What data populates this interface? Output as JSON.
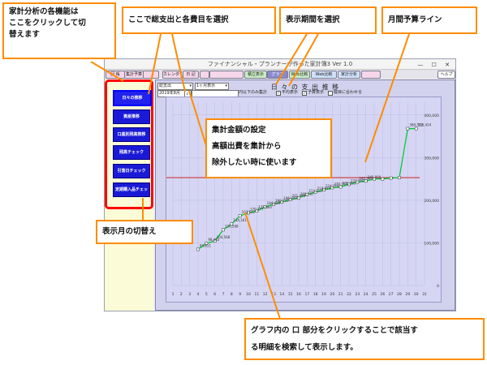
{
  "window": {
    "title": "ファイナンシャル・プランナーが作った家計簿3 Ver 1.0",
    "controls": "— ☐ ✕"
  },
  "menu": {
    "items": [
      {
        "label": "記 帳",
        "style": "pink"
      },
      {
        "label": "集計予算",
        "style": "pink"
      },
      {
        "label": "",
        "style": "pink"
      },
      {
        "label": "カレンダー",
        "style": "pink"
      },
      {
        "label": "日 記",
        "style": "pink"
      },
      {
        "label": "",
        "style": "pink"
      },
      {
        "label": "",
        "style": "pink"
      },
      {
        "label": "積立表示",
        "style": "green"
      },
      {
        "label": "グラフ",
        "style": "active"
      },
      {
        "label": "Web比較",
        "style": "green"
      },
      {
        "label": "Web比較",
        "style": "blue"
      },
      {
        "label": "家計分析",
        "style": "blue"
      },
      {
        "label": "",
        "style": "pink"
      },
      {
        "label": "ヘルプ",
        "style": "help"
      }
    ]
  },
  "sidebar": {
    "items": [
      {
        "label": "日々の推移"
      },
      {
        "label": "資産推移"
      },
      {
        "label": "口座別残高推移"
      },
      {
        "label": "残高チェック"
      },
      {
        "label": "引落日チェック"
      },
      {
        "label": "定期購入品チェック"
      }
    ]
  },
  "controls": {
    "category_select": "総支出",
    "period_select": "1ヶ月表示",
    "month_value": "2019年8月",
    "exclude_input": "",
    "exclude_label": "円以下のみ集計",
    "check1_label": "平均表示",
    "check2_label": "予算表示",
    "check3_label": "縦目に合わせる"
  },
  "chart_data": {
    "type": "line",
    "title": "日 々 の 支 出 推 移",
    "x": [
      1,
      2,
      3,
      4,
      5,
      6,
      7,
      8,
      9,
      10,
      11,
      12,
      13,
      14,
      15,
      16,
      17,
      18,
      19,
      20,
      21,
      22,
      23,
      24,
      25,
      26,
      27,
      28,
      29,
      30,
      31
    ],
    "y_labels": [
      "400,000",
      "300,000",
      "200,000",
      "100,000",
      "0"
    ],
    "y_ticks": [
      400000,
      300000,
      200000,
      100000,
      0
    ],
    "ylim": [
      0,
      430000
    ],
    "budget_line": 253000,
    "series": [
      {
        "values": [
          null,
          null,
          null,
          84811,
          98463,
          104568,
          130568,
          144161,
          163542,
          170377,
          175064,
          184489,
          190226,
          196049,
          201449,
          205797,
          213312,
          218945,
          224218,
          229394,
          231291,
          237160,
          242500,
          245000,
          250000,
          250000,
          252000,
          253000,
          368000,
          368000,
          null
        ]
      }
    ],
    "point_labels": [
      {
        "day": 4,
        "text": "84,811"
      },
      {
        "day": 5,
        "text": "98,463"
      },
      {
        "day": 6,
        "text": "104,568"
      },
      {
        "day": 7,
        "text": "130,568"
      },
      {
        "day": 8,
        "text": "144,161"
      },
      {
        "day": 9,
        "text": "163,542"
      },
      {
        "day": 10,
        "text": "170,377"
      },
      {
        "day": 11,
        "text": "175,064"
      },
      {
        "day": 12,
        "text": "184,489"
      },
      {
        "day": 13,
        "text": "190,226"
      },
      {
        "day": 14,
        "text": "196,049"
      },
      {
        "day": 15,
        "text": "201,449"
      },
      {
        "day": 16,
        "text": "205,797"
      },
      {
        "day": 17,
        "text": "213,312"
      },
      {
        "day": 18,
        "text": "218,945"
      },
      {
        "day": 19,
        "text": "224,218"
      },
      {
        "day": 20,
        "text": "229,394"
      },
      {
        "day": 21,
        "text": "231,291"
      },
      {
        "day": 22,
        "text": "237,160"
      },
      {
        "day": 23,
        "text": "242,500"
      },
      {
        "day": 24,
        "text": "245,000"
      },
      {
        "day": 29,
        "text": "368,312"
      },
      {
        "day": 30,
        "text": "376,424"
      }
    ],
    "colors": {
      "line": "#00cc33",
      "budget": "#cc2222",
      "marker": "#ffffff",
      "axis_text": "#333333"
    }
  },
  "callouts": {
    "features": "家計分析の各機能は\nここをクリックして切\n替えます",
    "select": "ここで総支出と各費目を選択",
    "period": "表示期間を選択",
    "budget": "月間予算ライン",
    "amount": "集計金額の設定\n高額出費を集計から\n除外したい時に使います",
    "month": "表示月の切替え",
    "bottom": "グラフ内の 口 部分をクリックすることで該当す\nる明細を検索して表示します。"
  },
  "colors": {
    "callout_border": "#ff8c00",
    "highlight": "#ff0000",
    "sidebar_button": "#1a1ad6"
  }
}
